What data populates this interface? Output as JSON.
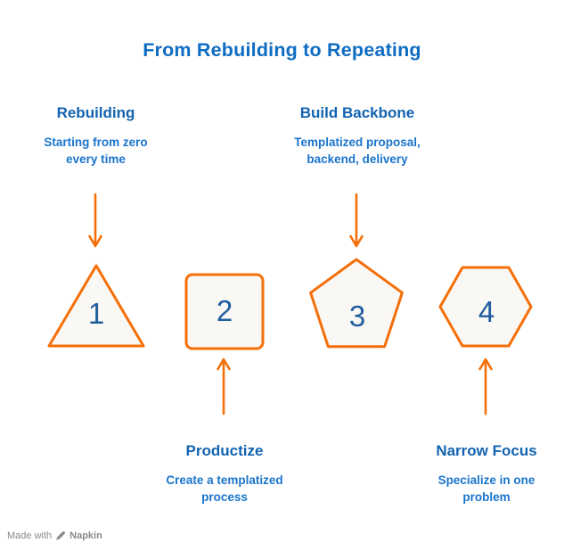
{
  "title": "From Rebuilding to Repeating",
  "colors": {
    "title_blue": "#0e6cc2",
    "heading_blue": "#1263b0",
    "body_blue": "#1a74cc",
    "number_blue": "#205d9e",
    "accent_orange": "#f56f09",
    "shape_fill": "#faf8f5",
    "footer_gray": "#8a8a8a"
  },
  "steps": [
    {
      "number": "1",
      "shape": "triangle",
      "label": "Rebuilding",
      "description": "Starting from zero\nevery time",
      "label_position": "top"
    },
    {
      "number": "2",
      "shape": "square",
      "label": "Productize",
      "description": "Create a templatized\nprocess",
      "label_position": "bottom"
    },
    {
      "number": "3",
      "shape": "pentagon",
      "label": "Build Backbone",
      "description": "Templatized proposal,\nbackend, delivery",
      "label_position": "top"
    },
    {
      "number": "4",
      "shape": "hexagon",
      "label": "Narrow Focus",
      "description": "Specialize in one\nproblem",
      "label_position": "bottom"
    }
  ],
  "footer": {
    "made_with": "Made with",
    "brand": "Napkin",
    "icon": "pen-nib-icon"
  }
}
